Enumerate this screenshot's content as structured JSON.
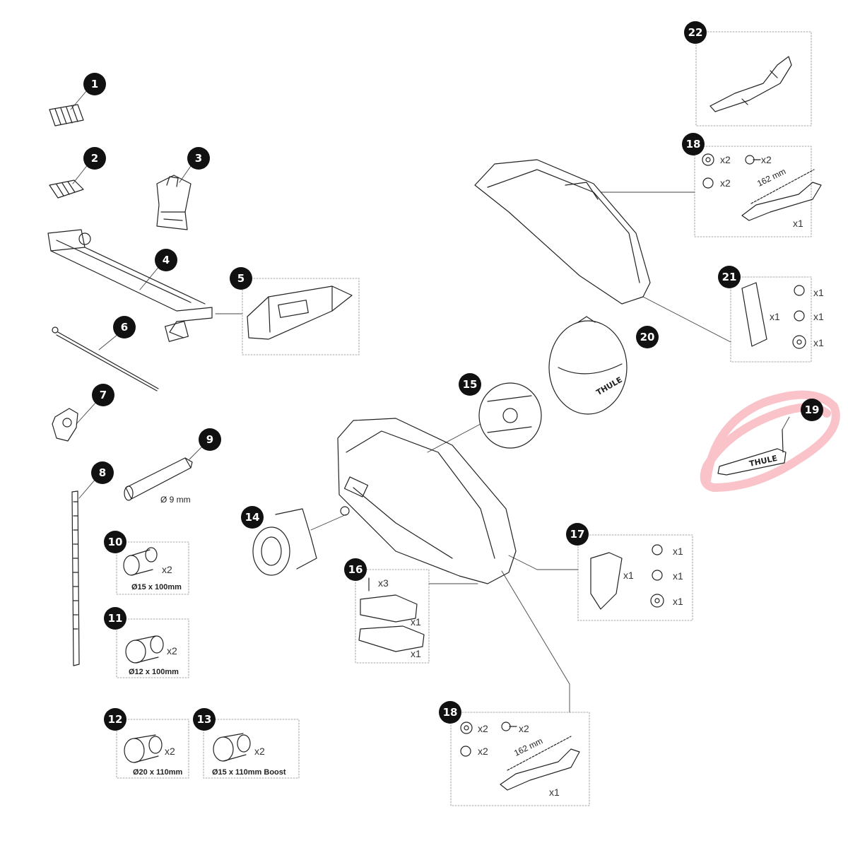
{
  "colors": {
    "ink": "#222222",
    "badge": "#111111",
    "highlight": "#f27b87"
  },
  "parts": {
    "p1": "1",
    "p2": "2",
    "p3": "3",
    "p4": "4",
    "p5": "5",
    "p6": "6",
    "p7": "7",
    "p8": "8",
    "p9": "9",
    "p10": "10",
    "p11": "11",
    "p12": "12",
    "p13": "13",
    "p14": "14",
    "p15": "15",
    "p16": "16",
    "p17": "17",
    "p18a": "18",
    "p18b": "18",
    "p19": "19",
    "p20": "20",
    "p21": "21",
    "p22": "22"
  },
  "labels": {
    "dia9": "Ø 9 mm",
    "axle10": "Ø15 x 100mm",
    "axle11": "Ø12 x 100mm",
    "axle12": "Ø20 x 110mm",
    "axle13": "Ø15 x 110mm Boost",
    "length18": "162 mm",
    "brand": "THULE"
  },
  "quantities": {
    "x1": "x1",
    "x2": "x2",
    "x3": "x3"
  }
}
